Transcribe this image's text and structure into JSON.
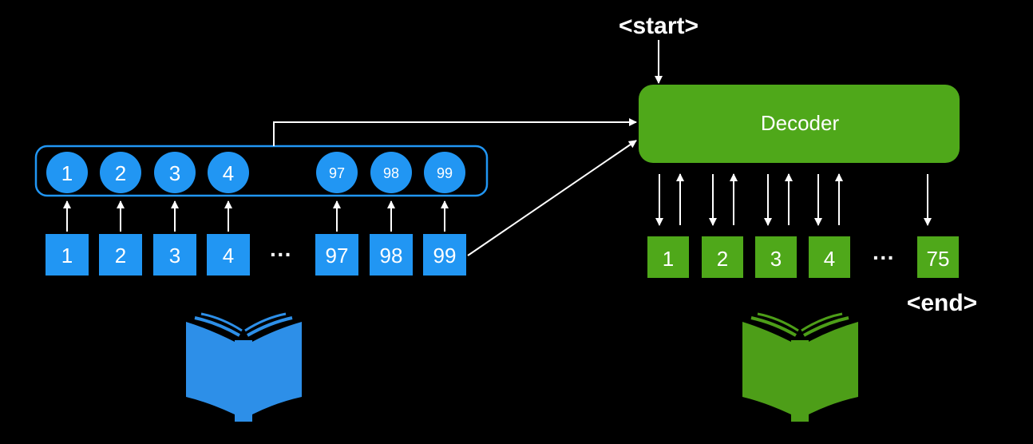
{
  "colors": {
    "background": "#000000",
    "encoder_blue": "#2196f3",
    "decoder_green": "#4fa81a",
    "arrow": "#ffffff",
    "book_blue": "#2d8fe8",
    "book_green": "#4d9e18"
  },
  "encoder": {
    "hidden_states": [
      "1",
      "2",
      "3",
      "4",
      "97",
      "98",
      "99"
    ],
    "input_tokens": [
      "1",
      "2",
      "3",
      "4",
      "97",
      "98",
      "99"
    ],
    "ellipsis": "···"
  },
  "decoder": {
    "label": "Decoder",
    "start_token": "<start>",
    "end_token": "<end>",
    "output_tokens": [
      "1",
      "2",
      "3",
      "4",
      "75"
    ],
    "ellipsis": "···"
  },
  "icons": {
    "source_book": "open-book-icon",
    "target_book": "open-book-icon"
  }
}
